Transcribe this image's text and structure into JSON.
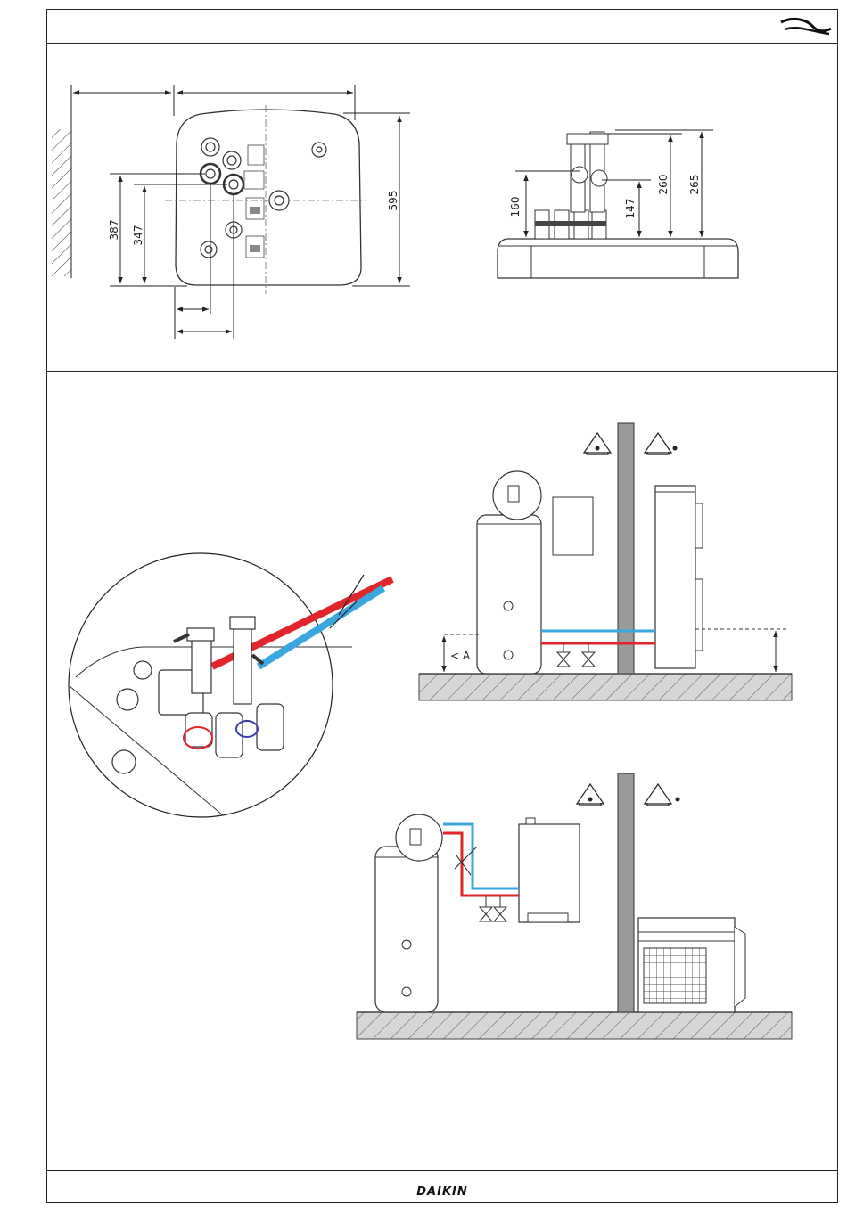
{
  "header": {
    "logo_icon": "daikin-swoosh-icon"
  },
  "top_view": {
    "dim_387": "387",
    "dim_347": "347",
    "dim_595": "595"
  },
  "side_view": {
    "dim_160": "160",
    "dim_147": "147",
    "dim_260": "260",
    "dim_265": "265"
  },
  "install_diagram_1": {
    "height_label": "< A",
    "indoor_icon": "house-indoor-icon",
    "outdoor_icon": "house-outdoor-icon"
  },
  "install_diagram_2": {
    "indoor_icon": "house-indoor-icon",
    "outdoor_icon": "house-outdoor-icon"
  },
  "footer": {
    "brand": "DAIKIN"
  },
  "colors": {
    "hot_pipe": "#e0262b",
    "cold_pipe": "#3aa6e0",
    "line": "#222222",
    "ground_hatch": "#cccccc"
  }
}
